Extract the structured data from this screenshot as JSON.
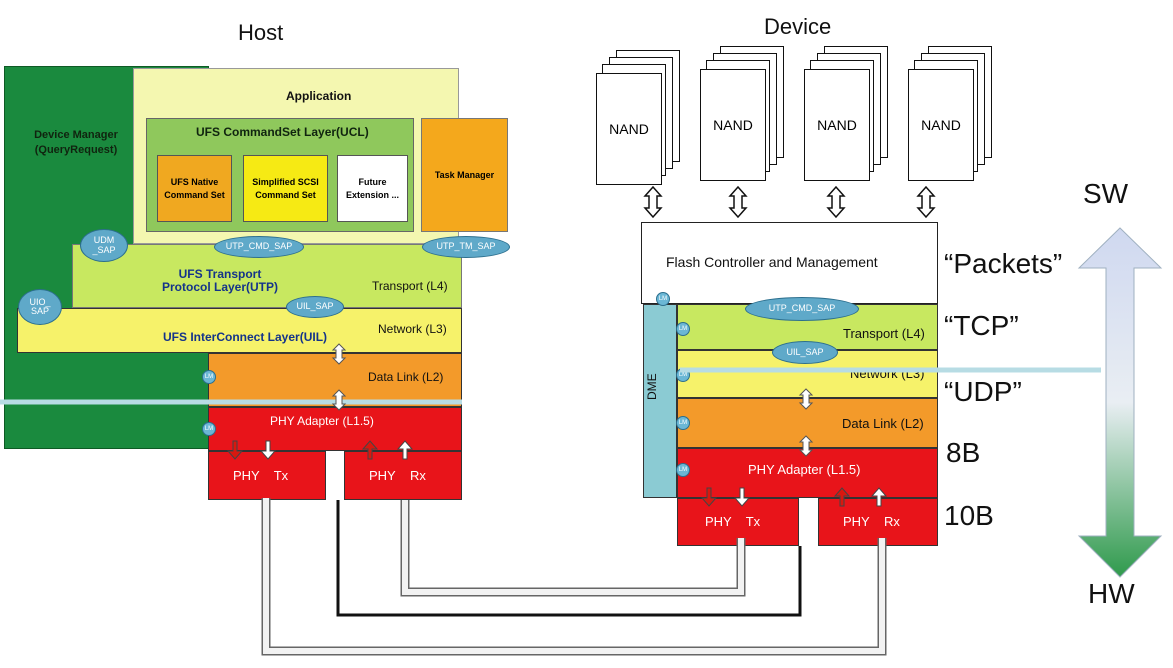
{
  "colors": {
    "host_green": "#1a8a3e",
    "application_yellow": "#f4f7b0",
    "ucl_green": "#8fc85c",
    "native_orange": "#f0a820",
    "scsi_yellow": "#f6ea14",
    "task_orange": "#f4a81c",
    "transport_green": "#c8e860",
    "network_yellow": "#f6f26a",
    "datalink_orange": "#f39a2a",
    "phy_red": "#e8141a",
    "dme_teal": "#8bcbd3",
    "sap_blue": "#5fa9c9"
  },
  "host": {
    "title": "Host",
    "device_manager": "Device Manager\n(QueryRequest)",
    "application": "Application",
    "ucl_title": "UFS CommandSet Layer(UCL)",
    "native": "UFS Native\nCommand Set",
    "scsi": "Simplified SCSI\nCommand Set",
    "future": "Future\nExtension ...",
    "task_manager": "Task Manager",
    "udm_sap": "UDM\n_SAP",
    "utp_cmd_sap": "UTP_CMD_SAP",
    "utp_tm_sap": "UTP_TM_SAP",
    "utp_title": "UFS Transport\nProtocol Layer(UTP)",
    "transport": "Transport (L4)",
    "uio_sap": "UIO_\nSAP",
    "uil_sap": "UIL_SAP",
    "uil_title": "UFS InterConnect Layer(UIL)",
    "network": "Network (L3)",
    "data_link": "Data Link (L2)",
    "phy_adapter": "PHY Adapter (L1.5)",
    "phy_tx": "PHY    Tx",
    "phy_rx": "PHY    Rx",
    "lm": "LM"
  },
  "device": {
    "title": "Device",
    "nand": [
      "NAND",
      "NAND",
      "NAND",
      "NAND"
    ],
    "flash_controller": "Flash Controller and Management",
    "dme": "DME",
    "utp_cmd_sap": "UTP_CMD_SAP",
    "transport": "Transport (L4)",
    "uil_sap": "UIL_SAP",
    "network": "Network (L3)",
    "data_link": "Data Link (L2)",
    "phy_adapter": "PHY Adapter (L1.5)",
    "phy_tx": "PHY    Tx",
    "phy_rx": "PHY    Rx",
    "lm": "LM"
  },
  "analogies": {
    "packets": "“Packets”",
    "tcp": "“TCP”",
    "udp": "“UDP”",
    "b8": "8B",
    "b10": "10B"
  },
  "scale": {
    "sw": "SW",
    "hw": "HW"
  }
}
